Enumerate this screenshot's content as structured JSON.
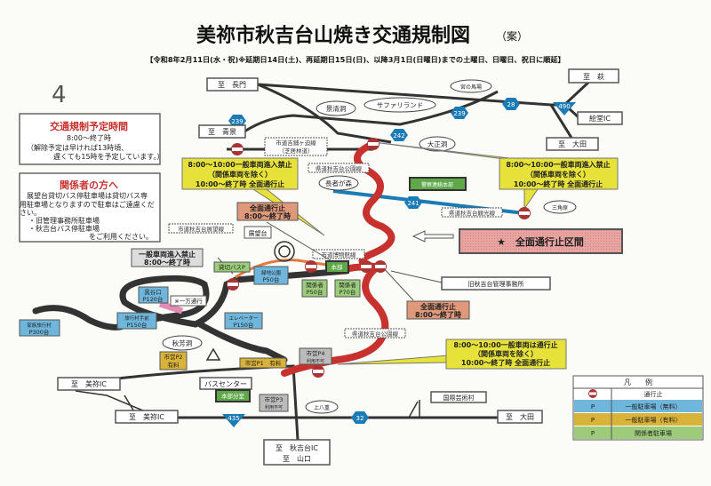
{
  "title": "美祢市秋吉台山焼き交通規制図",
  "title_note": "（案）",
  "subtitle": "【令和8年2月11日(水・祝)※延期日14日(土)、再延期日15日(日)、以降3月1日(日曜日)までの土曜日、日曜日、祝日に順延】",
  "handwritten": "4",
  "info_box": {
    "title": "交通規制予定時間",
    "time": "8:00～終了時",
    "note1": "（解除予定は早ければ13時頃、",
    "note2": "遅くても15時を予定しています。）"
  },
  "staff_box": {
    "title": "関係者の方へ",
    "l1": "展望台貸切バス停駐車場は貸切バス専",
    "l2": "用駐車場となりますので駐車はご遠慮くだ",
    "l3": "さい。",
    "l4": "・旧管理事務所駐車場",
    "l5": "・秋吉台バス停駐車場",
    "l6": "をご利用ください。"
  },
  "destinations": {
    "nagato": "至　長門",
    "aokage": "至　青景",
    "hagi": "至　萩",
    "ota_top": "至　大田",
    "edo_ic": "絵堂IC",
    "mine_ic1": "至　美祢IC",
    "mine_ic2": "至　美祢IC",
    "ota_bottom": "至　大田",
    "akiyoshi_ic": "至　秋吉台IC",
    "yamaguchi": "至　山口"
  },
  "routes": {
    "r239a": "239",
    "r239b": "239",
    "r28": "28",
    "r490": "490",
    "r242": "242",
    "r241": "241",
    "r435": "435",
    "r32": "32"
  },
  "places": {
    "kagekiyo": "景清洞",
    "safari": "サファリランド",
    "miyanobaba": "宮の馬場",
    "taisho": "大正洞",
    "chojagamori": "長者が森",
    "sankakudai": "三角原",
    "tenbodai": "展望台",
    "shuhodo": "秋芳洞",
    "kamihachiya": "上八重",
    "bus_center": "バスセンター",
    "kokusai": "国際芸術村",
    "kyu_kanri": "旧秋吉台管理事務所"
  },
  "road_names": {
    "yoshiyori": "市道吉鋪ヶ迫線",
    "yoshiyori2": "（芝居林道）",
    "kokoen1": "県道秋吉台公園線",
    "kokoen2": "県道秋吉台公園線",
    "kanko": "県道秋吉台観光線",
    "tenbo_rd": "市道秋吉台展望線",
    "hakubutsu": "市道博物館線"
  },
  "callouts": {
    "left": {
      "l1": "8:00～10:00一般車両進入禁止",
      "l2": "（関係車両を除く）",
      "l3": "10:00～終了時 全面通行止"
    },
    "right": {
      "l1": "8:00～10:00一般車両進入禁止",
      "l2": "（関係車両を除く）",
      "l3": "10:00～終了時 全面通行止"
    },
    "bottom": {
      "l1": "8:00～10:00一般車両は通行止",
      "l2": "（関係車両を除く）",
      "l3": "10:00～終了時 全面通行止"
    },
    "closed_top": {
      "l1": "全面通行止",
      "l2": "8:00～終了時"
    },
    "closed_mid": {
      "l1": "全面通行止",
      "l2": "8:00～終了時"
    },
    "entry_ban": {
      "l1": "一般車両進入禁止",
      "l2": "8:00～終了時"
    }
  },
  "closure_section": "★　全面通行止区間",
  "one_way": "※一方通行",
  "parking": {
    "family": {
      "l1": "家族旅行村",
      "l2": "P300台"
    },
    "ryokomura": {
      "l1": "旅行村手前",
      "l2": "P150台"
    },
    "kurotani": {
      "l1": "黒谷口",
      "l2": "P120台"
    },
    "charter": "貸切バスP",
    "koen": {
      "l1": "緑地公園",
      "l2": "P50台"
    },
    "elevator": {
      "l1": "エレベーター",
      "l2": "P150台"
    },
    "kankei50": {
      "l1": "関係者",
      "l2": "P50台"
    },
    "kankei70": {
      "l1": "関係者",
      "l2": "P70台"
    },
    "p1": "市営P1　有料",
    "p2": {
      "l1": "市営P2",
      "l2": "有料"
    },
    "p3": {
      "l1": "市営P3",
      "l2": "利用不可"
    },
    "p4": {
      "l1": "市営P4",
      "l2": "利用不可"
    }
  },
  "hq": {
    "police": "警察連絡本部",
    "honbu": "本部",
    "bunshitsu": "本部分室"
  },
  "legend": {
    "title": "凡　　例",
    "rows": [
      {
        "sym": "",
        "label": "通行止"
      },
      {
        "sym": "P",
        "label": "一般駐車場（無料）"
      },
      {
        "sym": "P",
        "label": "一般駐車場（有料）"
      },
      {
        "sym": "P",
        "label": "関係者駐車場"
      }
    ]
  },
  "colors": {
    "closure_red": "#c8322e",
    "callout_yellow": "#e6e23a",
    "parking_blue": "#6fb6dc",
    "parking_paid": "#d9b23a",
    "parking_staff": "#9ccc7a",
    "route_blue": "#1b7bb5",
    "closed_orange": "#e0987a"
  }
}
